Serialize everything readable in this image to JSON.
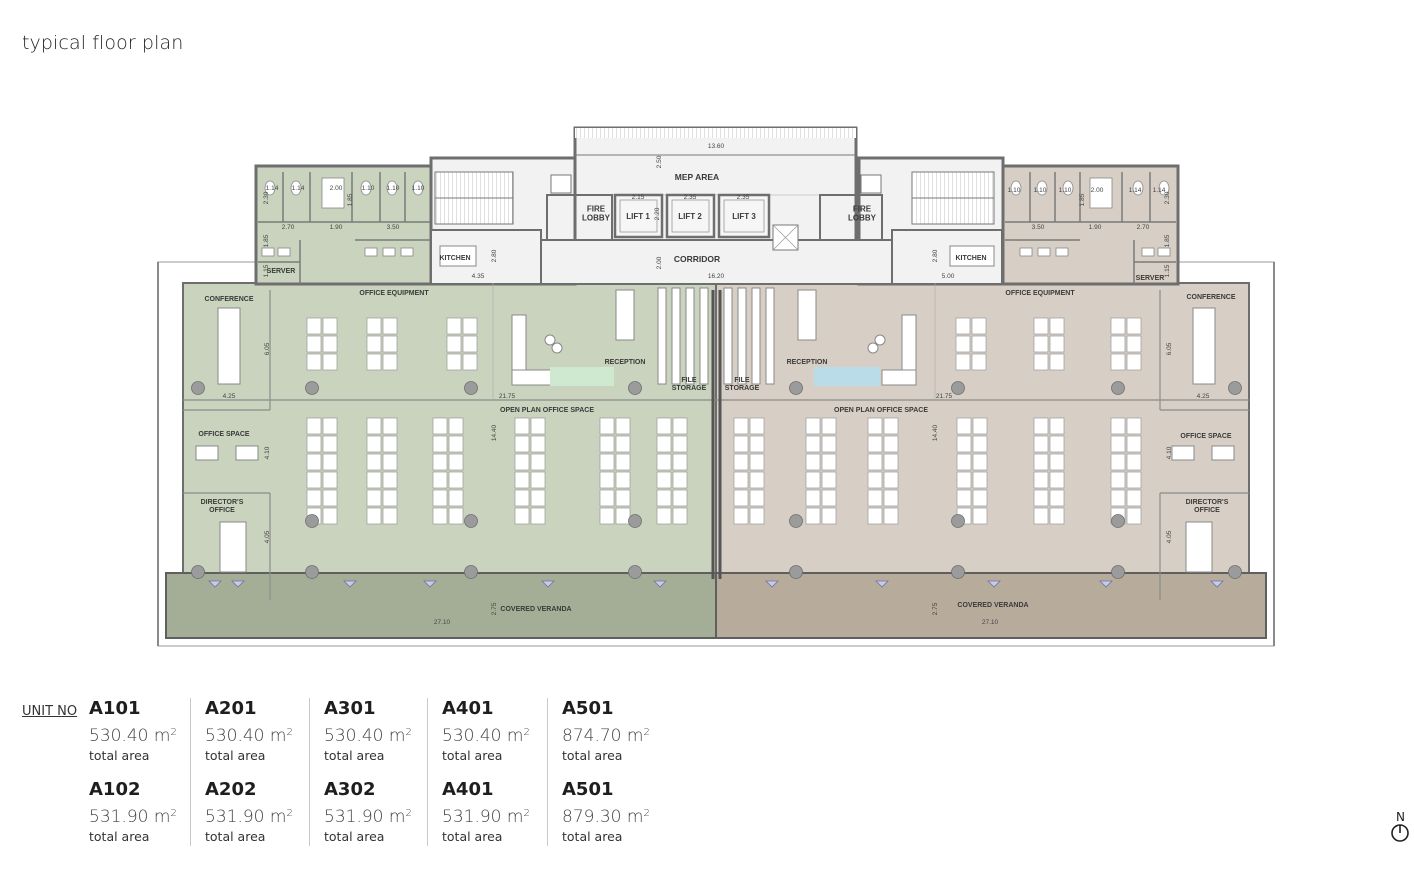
{
  "page": {
    "title": "typical floor plan"
  },
  "plan": {
    "rooms": {
      "mep_area": "MEP AREA",
      "fire_lobby": "FIRE\nLOBBY",
      "lift_1": "LIFT 1",
      "lift_2": "LIFT 2",
      "lift_3": "LIFT 3",
      "corridor": "CORRIDOR",
      "kitchen": "KITCHEN",
      "server": "SERVER",
      "conference": "CONFERENCE",
      "office_equipment": "OFFICE EQUIPMENT",
      "reception": "RECEPTION",
      "file_storage": "FILE\nSTORAGE",
      "open_plan_office_space": "OPEN PLAN OFFICE SPACE",
      "office_space": "OFFICE SPACE",
      "directors_office": "DIRECTOR'S\nOFFICE",
      "covered_veranda": "COVERED VERANDA"
    },
    "dimensions": {
      "mep_width": "13.60",
      "mep_height": "2.50",
      "lift_1_w": "2.15",
      "lift_2_w": "2.35",
      "lift_3_w": "2.35",
      "lift_h": "2.20",
      "corridor_w": "16.20",
      "corridor_h": "2.00",
      "kitchen_w_left": "4.35",
      "kitchen_w_right": "5.00",
      "kitchen_h": "2.80",
      "wc_1": "1.14",
      "wc_2": "1.14",
      "wc_3": "2.00",
      "wc_4": "1.10",
      "wc_5": "1.10",
      "wc_6": "1.10",
      "wc_h": "2.30",
      "wc_h2": "1.85",
      "wash_1": "2.70",
      "wash_2": "1.90",
      "wash_3": "3.50",
      "wash_h": "1.85",
      "server_h": "1.15",
      "conference_w": "4.25",
      "conference_h": "6.05",
      "office_h": "4.10",
      "director_h": "4.05",
      "open_plan_w": "21.75",
      "open_plan_h": "14.40",
      "veranda_w": "27.10",
      "veranda_h": "2.75"
    },
    "colors": {
      "left_wing": "#c9d3bd",
      "right_wing": "#d7cfc5",
      "left_veranda": "#a4ae97",
      "right_veranda": "#b7ab9c",
      "core": "#f2f2f2",
      "reception_left": "#cfe8d0",
      "reception_right": "#b9dce8",
      "wall": "#7b7b7b"
    }
  },
  "units": {
    "label": "UNIT NO",
    "columns": [
      {
        "top": {
          "no": "A101",
          "area": "530.40 m",
          "sub": "total area"
        },
        "bottom": {
          "no": "A102",
          "area": "531.90 m",
          "sub": "total area"
        }
      },
      {
        "top": {
          "no": "A201",
          "area": "530.40 m",
          "sub": "total area"
        },
        "bottom": {
          "no": "A202",
          "area": "531.90 m",
          "sub": "total area"
        }
      },
      {
        "top": {
          "no": "A301",
          "area": "530.40 m",
          "sub": "total area"
        },
        "bottom": {
          "no": "A302",
          "area": "531.90 m",
          "sub": "total area"
        }
      },
      {
        "top": {
          "no": "A401",
          "area": "530.40 m",
          "sub": "total area"
        },
        "bottom": {
          "no": "A401",
          "area": "531.90 m",
          "sub": "total area"
        }
      },
      {
        "top": {
          "no": "A501",
          "area": "874.70 m",
          "sub": "total area"
        },
        "bottom": {
          "no": "A501",
          "area": "879.30 m",
          "sub": "total area"
        }
      }
    ],
    "area_unit_sup": "2"
  },
  "north": {
    "label": "N"
  }
}
